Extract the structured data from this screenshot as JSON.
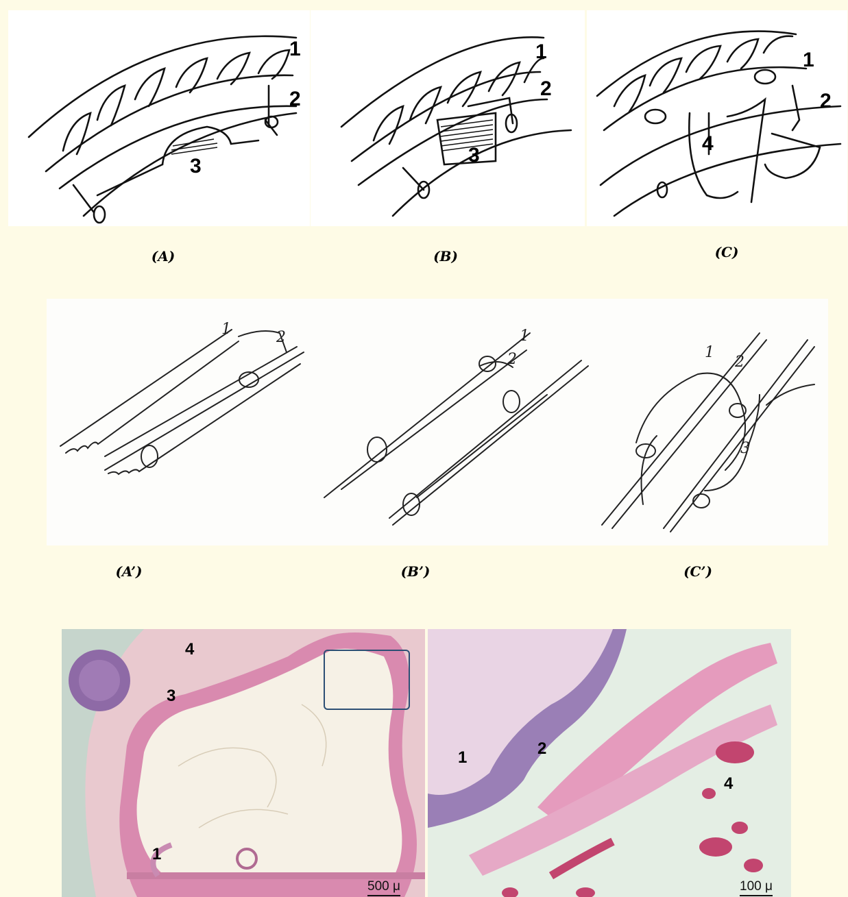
{
  "top_row": {
    "panels": [
      {
        "caption": "(A)",
        "labels": [
          "1",
          "2",
          "3"
        ]
      },
      {
        "caption": "(B)",
        "labels": [
          "1",
          "2",
          "3"
        ]
      },
      {
        "caption": "(C)",
        "labels": [
          "1",
          "2",
          "4"
        ]
      }
    ]
  },
  "middle_row": {
    "panels": [
      {
        "caption": "(A’)",
        "labels": [
          "1",
          "2"
        ]
      },
      {
        "caption": "(B’)",
        "labels": [
          "1",
          "2"
        ]
      },
      {
        "caption": "(C’)",
        "labels": [
          "1",
          "2",
          "3"
        ]
      }
    ]
  },
  "micrographs": {
    "left": {
      "labels": [
        "4",
        "3",
        "1"
      ],
      "scale_bar": "500 μ"
    },
    "right": {
      "labels": [
        "1",
        "2",
        "4"
      ],
      "scale_bar": "100 μ"
    }
  },
  "colors": {
    "page_background": "#fefbe6",
    "stain_pink": "#e7a1c0",
    "stain_purple": "#8e6aa6",
    "roi_box": "#2c4f74"
  }
}
